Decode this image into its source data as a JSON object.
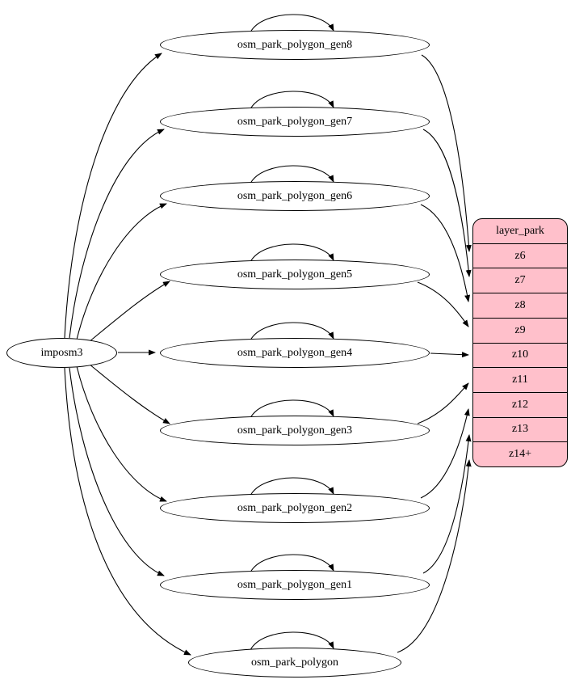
{
  "graph": {
    "root": "imposm3",
    "sources": [
      "osm_park_polygon_gen8",
      "osm_park_polygon_gen7",
      "osm_park_polygon_gen6",
      "osm_park_polygon_gen5",
      "osm_park_polygon_gen4",
      "osm_park_polygon_gen3",
      "osm_park_polygon_gen2",
      "osm_park_polygon_gen1",
      "osm_park_polygon"
    ],
    "layer_table": {
      "title": "layer_park",
      "rows": [
        "z6",
        "z7",
        "z8",
        "z9",
        "z10",
        "z11",
        "z12",
        "z13",
        "z14+"
      ]
    },
    "colors": {
      "table_fill": "#ffc0cb",
      "node_fill": "#ffffff",
      "stroke": "#000000"
    },
    "edges": [
      {
        "from": "imposm3",
        "to": "osm_park_polygon_gen8"
      },
      {
        "from": "imposm3",
        "to": "osm_park_polygon_gen7"
      },
      {
        "from": "imposm3",
        "to": "osm_park_polygon_gen6"
      },
      {
        "from": "imposm3",
        "to": "osm_park_polygon_gen5"
      },
      {
        "from": "imposm3",
        "to": "osm_park_polygon_gen4"
      },
      {
        "from": "imposm3",
        "to": "osm_park_polygon_gen3"
      },
      {
        "from": "imposm3",
        "to": "osm_park_polygon_gen2"
      },
      {
        "from": "imposm3",
        "to": "osm_park_polygon_gen1"
      },
      {
        "from": "imposm3",
        "to": "osm_park_polygon"
      },
      {
        "from": "osm_park_polygon_gen8",
        "to": "osm_park_polygon_gen8"
      },
      {
        "from": "osm_park_polygon_gen7",
        "to": "osm_park_polygon_gen7"
      },
      {
        "from": "osm_park_polygon_gen6",
        "to": "osm_park_polygon_gen6"
      },
      {
        "from": "osm_park_polygon_gen5",
        "to": "osm_park_polygon_gen5"
      },
      {
        "from": "osm_park_polygon_gen4",
        "to": "osm_park_polygon_gen4"
      },
      {
        "from": "osm_park_polygon_gen3",
        "to": "osm_park_polygon_gen3"
      },
      {
        "from": "osm_park_polygon_gen2",
        "to": "osm_park_polygon_gen2"
      },
      {
        "from": "osm_park_polygon_gen1",
        "to": "osm_park_polygon_gen1"
      },
      {
        "from": "osm_park_polygon",
        "to": "osm_park_polygon"
      },
      {
        "from": "osm_park_polygon_gen8",
        "to": "layer_park.z6"
      },
      {
        "from": "osm_park_polygon_gen7",
        "to": "layer_park.z7"
      },
      {
        "from": "osm_park_polygon_gen6",
        "to": "layer_park.z8"
      },
      {
        "from": "osm_park_polygon_gen5",
        "to": "layer_park.z9"
      },
      {
        "from": "osm_park_polygon_gen4",
        "to": "layer_park.z10"
      },
      {
        "from": "osm_park_polygon_gen3",
        "to": "layer_park.z11"
      },
      {
        "from": "osm_park_polygon_gen2",
        "to": "layer_park.z12"
      },
      {
        "from": "osm_park_polygon_gen1",
        "to": "layer_park.z13"
      },
      {
        "from": "osm_park_polygon",
        "to": "layer_park.z14+"
      }
    ]
  }
}
